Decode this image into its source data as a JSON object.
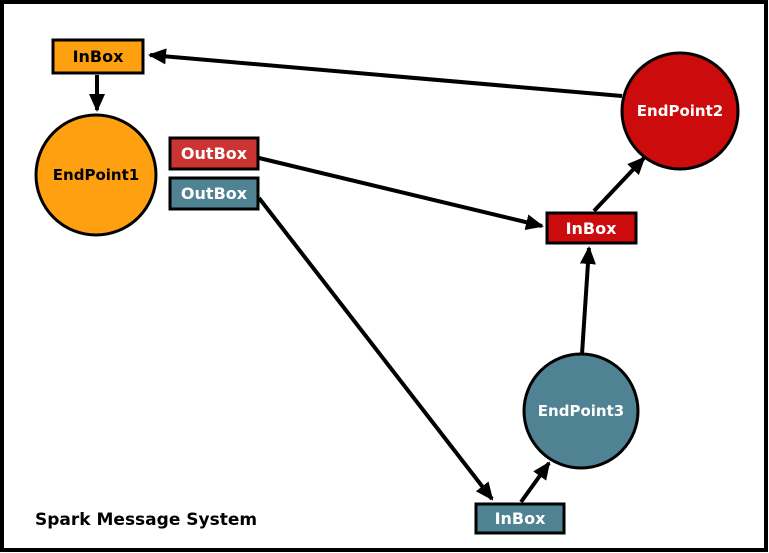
{
  "title": "Spark Message System",
  "colors": {
    "orange": "#FFA010",
    "red": "#CC0C0C",
    "red_box": "#CC3333",
    "teal": "#4F8292",
    "line": "#000000"
  },
  "nodes": {
    "endpoint1": {
      "label": "EndPoint1",
      "color_key": "orange"
    },
    "endpoint2": {
      "label": "EndPoint2",
      "color_key": "red"
    },
    "endpoint3": {
      "label": "EndPoint3",
      "color_key": "teal"
    }
  },
  "boxes": {
    "inbox_orange": {
      "label": "InBox"
    },
    "outbox_red": {
      "label": "OutBox"
    },
    "outbox_teal": {
      "label": "OutBox"
    },
    "inbox_red": {
      "label": "InBox"
    },
    "inbox_teal": {
      "label": "InBox"
    }
  },
  "edges": [
    {
      "from": "endpoint2",
      "to": "inbox_orange"
    },
    {
      "from": "inbox_orange",
      "to": "endpoint1"
    },
    {
      "from": "outbox_red",
      "to": "inbox_red"
    },
    {
      "from": "inbox_red",
      "to": "endpoint2"
    },
    {
      "from": "endpoint3",
      "to": "inbox_red"
    },
    {
      "from": "outbox_teal",
      "to": "inbox_teal"
    },
    {
      "from": "inbox_teal",
      "to": "endpoint3"
    }
  ]
}
